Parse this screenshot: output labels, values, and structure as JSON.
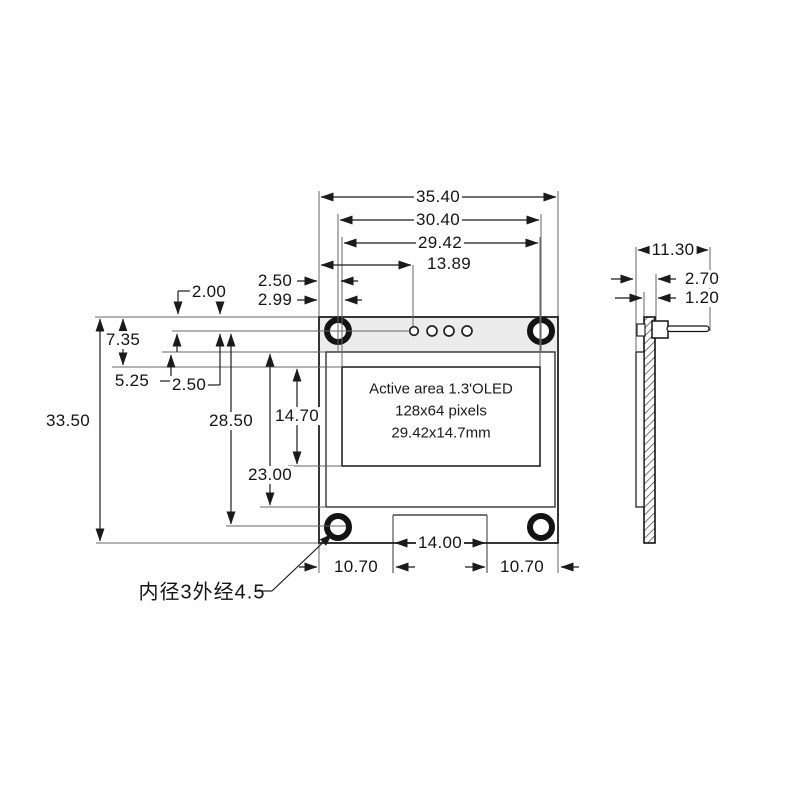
{
  "front_view": {
    "dims": {
      "width_total": "35.40",
      "hole_span_h": "30.40",
      "active_width": "29.42",
      "pin_offset": "13.89",
      "glass_margin": "2.50",
      "active_margin": "2.99",
      "top_offset": "2.00",
      "active_top_offset": "7.35",
      "glass_top_offset": "5.25",
      "glass_active_gap": "2.50",
      "height_total": "33.50",
      "hole_span_v": "28.50",
      "glass_height": "23.00",
      "active_height": "14.70",
      "bottom_left_offset": "10.70",
      "connector_width": "14.00",
      "bottom_right_offset": "10.70"
    },
    "active_area": {
      "line1": "Active area 1.3'OLED",
      "line2": "128x64 pixels",
      "line3": "29.42x14.7mm"
    },
    "hole_note": "内径3外经4.5"
  },
  "side_view": {
    "dims": {
      "depth_total": "11.30",
      "module_thickness": "2.70",
      "pcb_thickness": "1.20"
    }
  },
  "colors": {
    "line": "#1a1a1a",
    "top_band": "#ececec"
  }
}
